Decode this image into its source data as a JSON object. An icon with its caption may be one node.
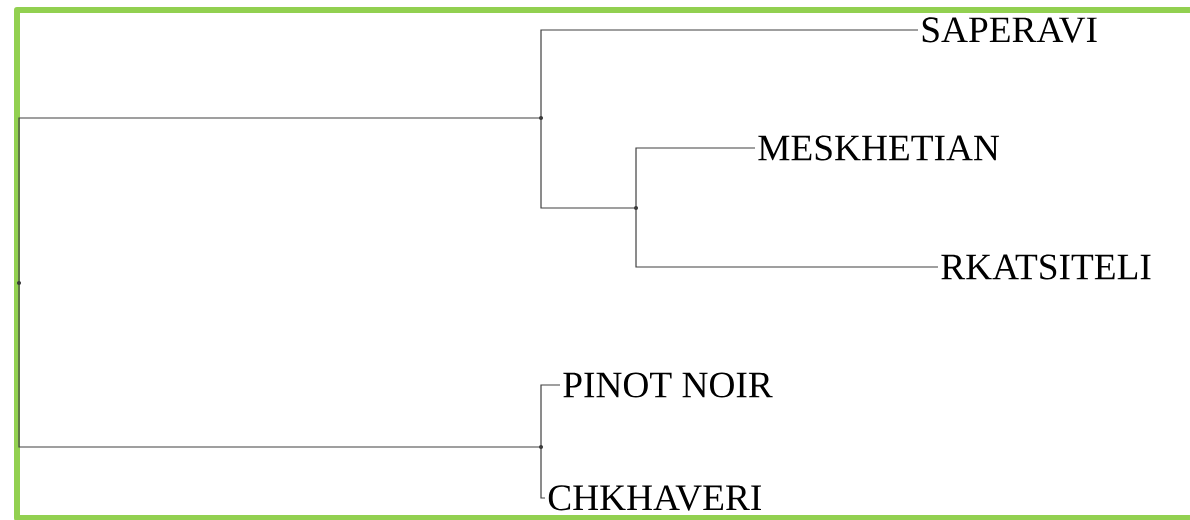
{
  "diagram": {
    "nodes": [
      {
        "text": [],
        "shape": "circle"
      },
      {
        "text": [],
        "shape": "circle"
      },
      {
        "text": [
          "SAPERAVI"
        ]
      },
      {
        "text": [],
        "shape": "circle"
      },
      {
        "text": [
          "MESKHETIAN"
        ]
      },
      {
        "text": [
          "RKATSITELI"
        ]
      },
      {
        "text": [],
        "shape": "circle"
      },
      {
        "text": [
          "PINOT NOIR"
        ]
      },
      {
        "text": [
          "CHKHAVERI"
        ]
      }
    ],
    "edges": [
      {
        "from": 0,
        "to": 1,
        "arrow": "none"
      },
      {
        "from": 1,
        "to": 2,
        "arrow": "none"
      },
      {
        "from": 1,
        "to": 3,
        "arrow": "none"
      },
      {
        "from": 3,
        "to": 4,
        "arrow": "none"
      },
      {
        "from": 3,
        "to": 5,
        "arrow": "none"
      },
      {
        "from": 0,
        "to": 6,
        "arrow": "none"
      },
      {
        "from": 6,
        "to": 7,
        "arrow": "none"
      },
      {
        "from": 6,
        "to": 8,
        "arrow": "none"
      }
    ]
  }
}
